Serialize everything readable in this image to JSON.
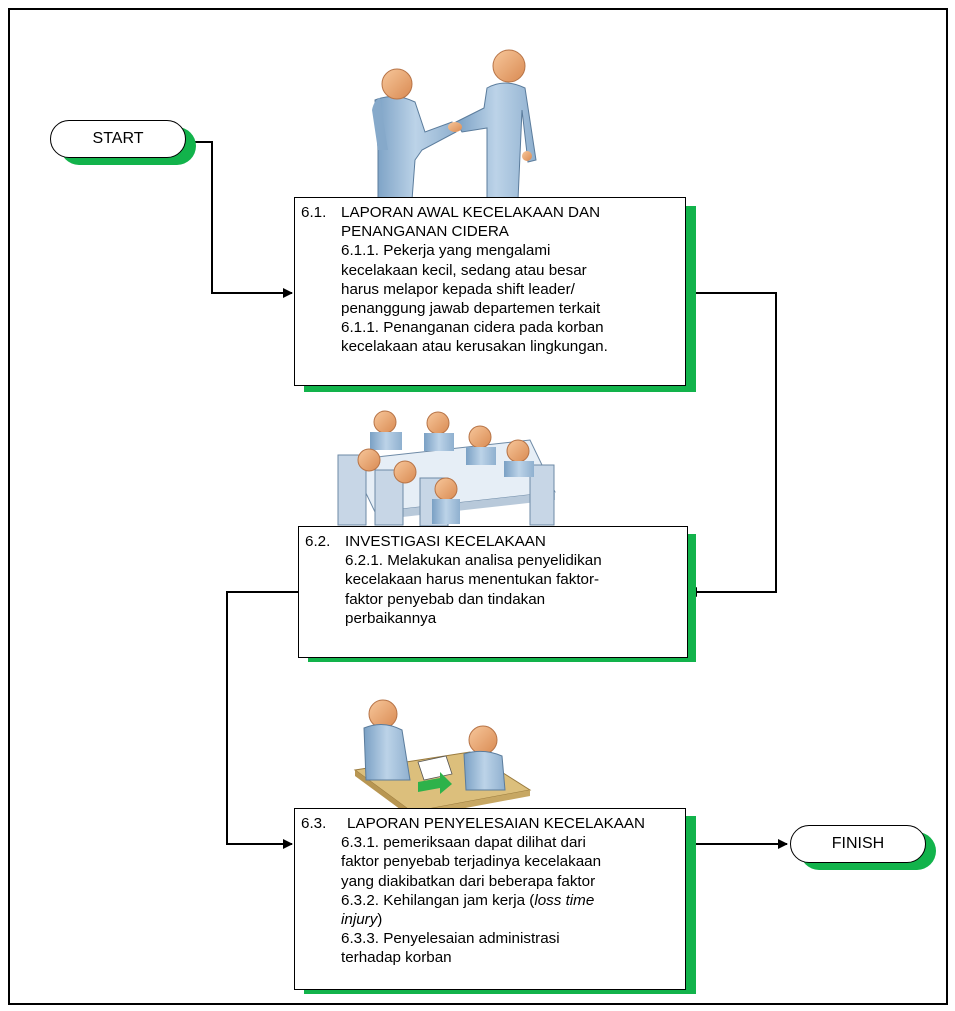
{
  "colors": {
    "shadow": "#12b34b",
    "stroke": "#000000",
    "figure": "#b0c9e0",
    "head": "#f2b27e",
    "table": "#d9e4ee",
    "desk": "#d7b56a",
    "arrow": "#2eb24a"
  },
  "start": {
    "label": "START"
  },
  "finish": {
    "label": "FINISH"
  },
  "box1": {
    "number": "6.1.",
    "title_line1": "LAPORAN AWAL KECELAKAAN DAN",
    "title_line2": "PENANGANAN CIDERA",
    "lines": [
      "6.1.1. Pekerja yang mengalami",
      "kecelakaan kecil, sedang atau besar",
      "harus melapor kepada shift leader/",
      "penanggung jawab departemen terkait",
      "6.1.1. Penanganan cidera pada korban",
      "kecelakaan atau kerusakan lingkungan."
    ]
  },
  "box2": {
    "number": "6.2.",
    "title": "INVESTIGASI KECELAKAAN",
    "lines": [
      "6.2.1. Melakukan analisa penyelidikan",
      "kecelakaan harus menentukan faktor-",
      "faktor penyebab dan tindakan",
      "perbaikannya"
    ]
  },
  "box3": {
    "number": "6.3.",
    "title": "LAPORAN PENYELESAIAN KECELAKAAN",
    "lines": [
      "6.3.1. pemeriksaan dapat dilihat dari",
      "faktor penyebab terjadinya kecelakaan",
      "yang diakibatkan dari beberapa faktor"
    ],
    "item2_text": "6.3.2. Kehilangan jam kerja (",
    "item2_italic": "loss time",
    "item2_italic2": "injury",
    "item2_close": ")",
    "lines_after": [
      "6.3.3. Penyelesaian administrasi",
      "terhadap korban"
    ]
  },
  "icons": [
    "handshake-illustration",
    "meeting-illustration",
    "document-handover-illustration"
  ]
}
